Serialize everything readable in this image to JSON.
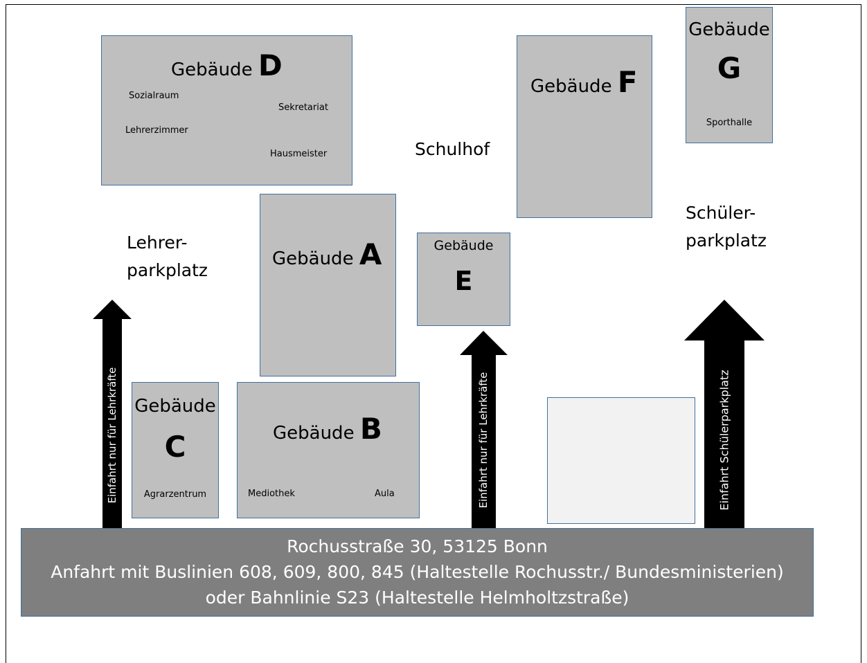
{
  "buildings": {
    "d": {
      "word": "Gebäude",
      "letter": "D",
      "rooms": [
        "Sozialraum",
        "Sekretariat",
        "Lehrerzimmer",
        "Hausmeister"
      ]
    },
    "a": {
      "word": "Gebäude",
      "letter": "A"
    },
    "b": {
      "word": "Gebäude",
      "letter": "B",
      "rooms": [
        "Mediothek",
        "Aula"
      ]
    },
    "c": {
      "word": "Gebäude",
      "letter": "C",
      "rooms": [
        "Agrarzentrum"
      ]
    },
    "e": {
      "word": "Gebäude",
      "letter": "E"
    },
    "f": {
      "word": "Gebäude",
      "letter": "F"
    },
    "g": {
      "word": "Gebäude",
      "letter": "G",
      "rooms": [
        "Sporthalle"
      ]
    }
  },
  "areas": {
    "schulhof": "Schulhof",
    "teacher_parking": [
      "Lehrer-",
      "parkplatz"
    ],
    "student_parking": [
      "Schüler-",
      "parkplatz"
    ]
  },
  "arrows": {
    "left": "Einfahrt nur für Lehrkräfte",
    "middle": "Einfahrt nur für Lehrkräfte",
    "right": "Einfahrt Schülerparkplatz"
  },
  "street": {
    "line1": "Rochusstraße 30, 53125 Bonn",
    "line2": "Anfahrt mit Buslinien 608, 609, 800, 845 (Haltestelle Rochusstr./ Bundesministerien)",
    "line3": "oder Bahnlinie S23 (Haltestelle Helmholtzstraße)"
  },
  "colors": {
    "building_fill": "#bfbfbf",
    "building_border": "#41719c",
    "street_fill": "#7f7f7f",
    "empty_lot_fill": "#f2f2f2",
    "arrow": "#000000"
  }
}
